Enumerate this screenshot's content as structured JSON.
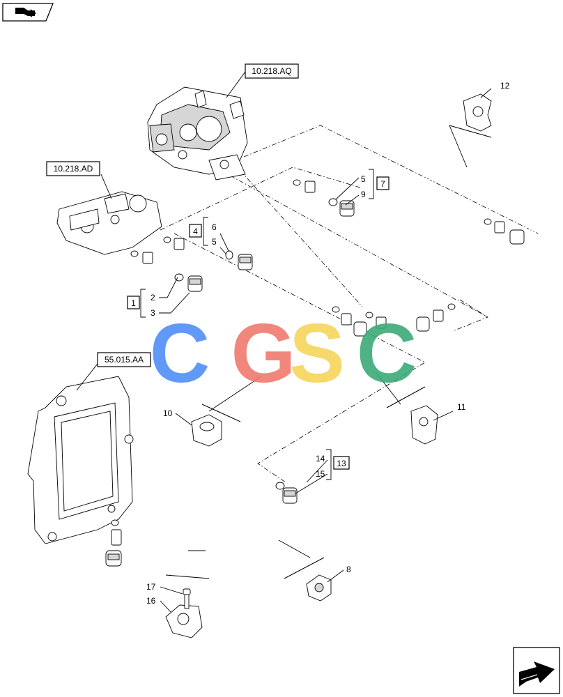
{
  "references": {
    "pump_ref": "10.218.AQ",
    "filter_ref": "10.218.AD",
    "ecu_ref": "55.015.AA"
  },
  "kits": {
    "kit_1": "1",
    "kit_4": "4",
    "kit_7": "7",
    "kit_13": "13"
  },
  "callouts": {
    "c2": "2",
    "c3": "3",
    "c5a": "5",
    "c5b": "5",
    "c6": "6",
    "c8": "8",
    "c9": "9",
    "c10": "10",
    "c11": "11",
    "c12": "12",
    "c14": "14",
    "c15": "15",
    "c16": "16",
    "c17": "17"
  },
  "watermark": {
    "letters": [
      "C",
      "G",
      "S",
      "C"
    ],
    "colors": [
      "#4f8ef7",
      "#f07b6e",
      "#f7d45a",
      "#3daa78"
    ]
  },
  "icons": {
    "corner_top": "parts-catalog-book-icon",
    "corner_bottom": "next-page-arrow-icon"
  }
}
